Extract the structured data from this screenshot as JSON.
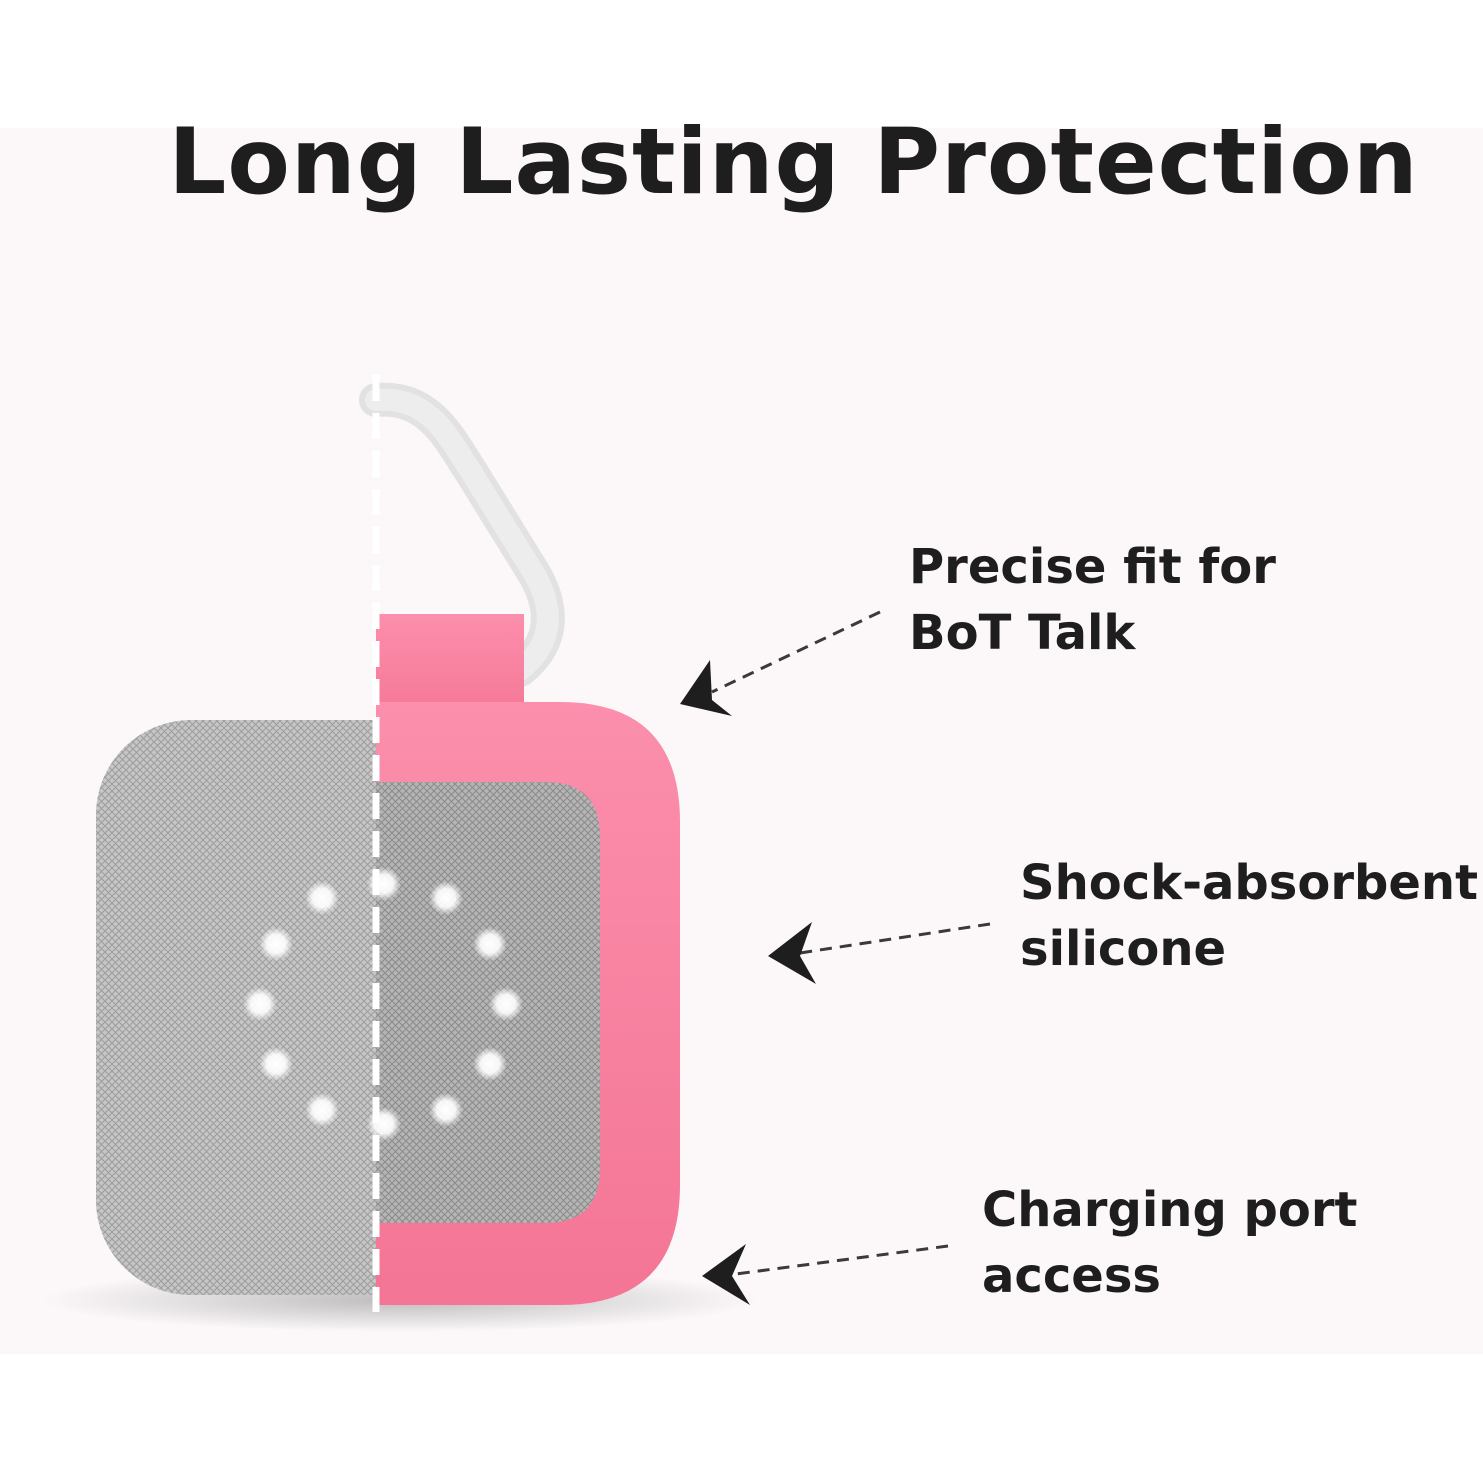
{
  "title": "Long Lasting Protection",
  "callouts": [
    {
      "line1": "Precise fit for",
      "line2": "BoT Talk"
    },
    {
      "line1": "Shock-absorbent",
      "line2": "silicone"
    },
    {
      "line1": "Charging port",
      "line2": "access"
    }
  ],
  "colors": {
    "panel_background": "#fcf8f9",
    "case_pink": "#f77c9b",
    "speaker_gray": "#c9c9c9",
    "strap_white": "#e4e4e4",
    "text": "#1e1e1e"
  }
}
